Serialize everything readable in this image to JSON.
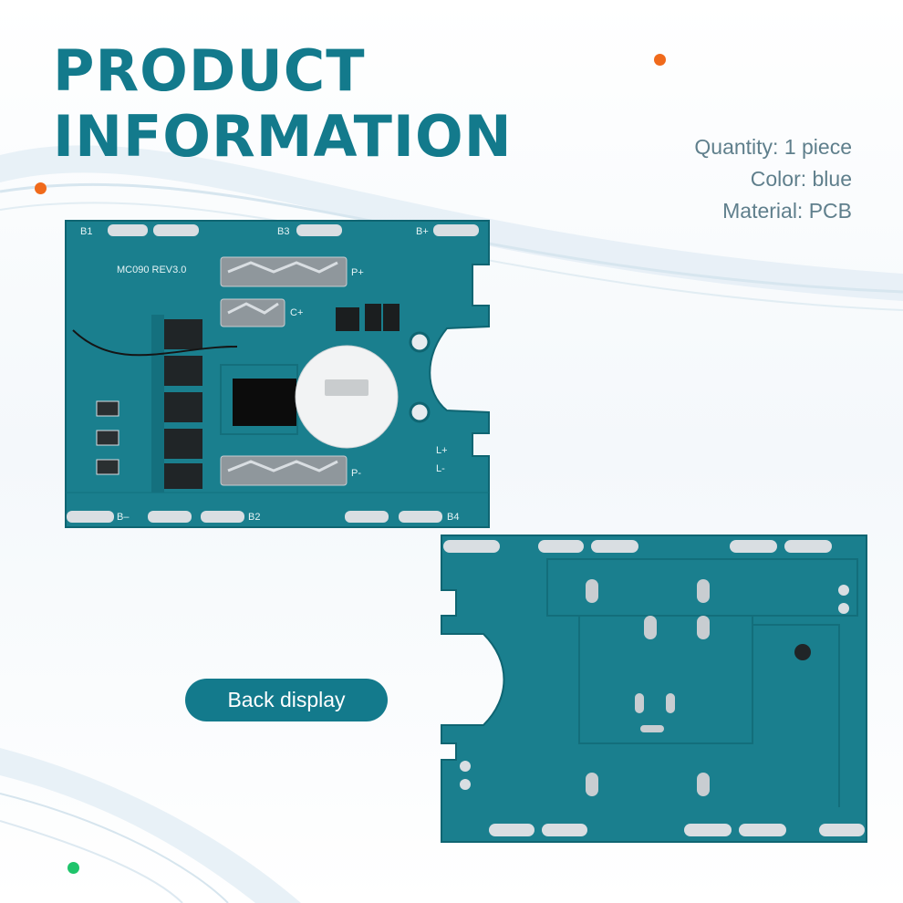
{
  "header": {
    "title_line1": "PRODUCT",
    "title_line2": "INFORMATION"
  },
  "specs": {
    "quantity": "Quantity: 1 piece",
    "color": "Color: blue",
    "material": "Material: PCB"
  },
  "badge": {
    "label": "Back display"
  },
  "pcb_front": {
    "board_id": "MC090  REV3.0",
    "pads": [
      "B1",
      "B3",
      "B+",
      "B–",
      "B2",
      "B4"
    ],
    "terminals": [
      "P+",
      "C+",
      "P-",
      "L+",
      "L-"
    ]
  },
  "colors": {
    "brand": "#137a8c",
    "board": "#1a7f8e",
    "accent_orange": "#f06a1b",
    "accent_green": "#1fc46b",
    "spec_text": "#5f7f8c"
  }
}
